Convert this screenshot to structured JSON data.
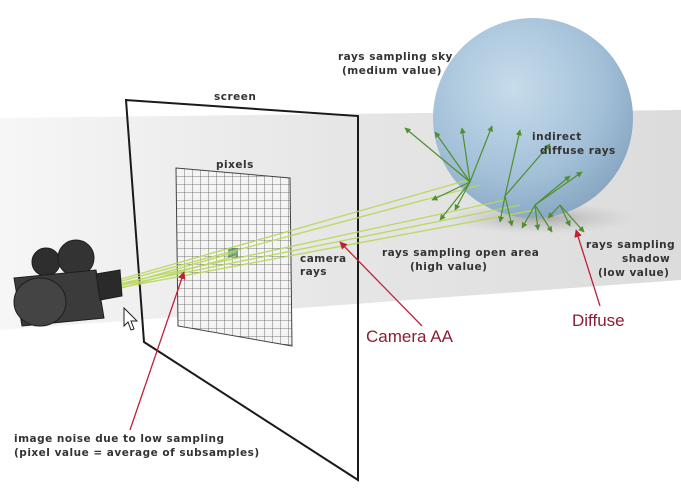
{
  "labels": {
    "screen": "screen",
    "pixels": "pixels",
    "camera_rays_1": "camera",
    "camera_rays_2": "rays",
    "sky_1": "rays sampling sky",
    "sky_2": "(medium value)",
    "indirect_1": "indirect",
    "indirect_2": "diffuse rays",
    "open_1": "rays sampling open area",
    "open_2": "(high value)",
    "shadow_1": "rays sampling",
    "shadow_2": "shadow",
    "shadow_3": "(low value)",
    "noise_1": "image noise due to low sampling",
    "noise_2": "(pixel value = average of subsamples)"
  },
  "callouts": {
    "camera_aa": "Camera AA",
    "diffuse": "Diffuse"
  },
  "colors": {
    "callout": "#8a1f33",
    "green_arrow": "#4f8f2f",
    "sphere": "#a9c5dc",
    "ground": "#e4e4e4"
  },
  "icons": {
    "camera": "camera-icon",
    "cursor": "mouse-cursor-icon"
  }
}
